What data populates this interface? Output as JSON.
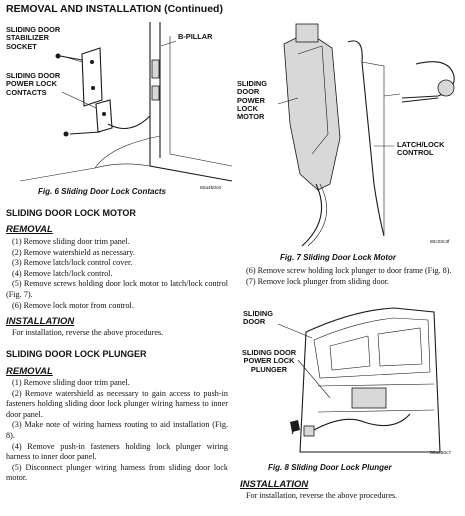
{
  "header": "REMOVAL AND INSTALLATION (Continued)",
  "fig6": {
    "labels": {
      "socket": "SLIDING DOOR STABILIZER SOCKET",
      "contacts": "SLIDING DOOR POWER LOCK CONTACTS",
      "pillar": "B-PILLAR"
    },
    "code": "80a4b0c6",
    "caption": "Fig. 6 Sliding Door Lock Contacts"
  },
  "fig7": {
    "labels": {
      "motor": "SLIDING DOOR POWER LOCK MOTOR",
      "control": "LATCH/LOCK CONTROL"
    },
    "code": "80c03c3f",
    "caption": "Fig. 7 Sliding Door Lock Motor"
  },
  "fig8": {
    "labels": {
      "door": "SLIDING DOOR",
      "plunger": "SLIDING DOOR POWER LOCK PLUNGER"
    },
    "code": "80a450c7",
    "caption": "Fig. 8 Sliding Door Lock Plunger"
  },
  "motor_section": {
    "title": "SLIDING DOOR LOCK MOTOR",
    "removal_heading": "REMOVAL",
    "steps": [
      "(1) Remove sliding door trim panel.",
      "(2) Remove watershield as necessary.",
      "(3) Remove latch/lock control cover.",
      "(4) Remove latch/lock control.",
      "(5) Remove screws holding door lock motor to latch/lock control (Fig. 7).",
      "(6) Remove lock motor from control."
    ],
    "installation_heading": "INSTALLATION",
    "installation_text": "For installation, reverse the above procedures."
  },
  "plunger_section": {
    "title": "SLIDING DOOR LOCK PLUNGER",
    "removal_heading": "REMOVAL",
    "steps": [
      "(1) Remove sliding door trim panel.",
      "(2) Remove watershield as necessary to gain access to push-in fasteners holding sliding door lock plunger wiring harness to inner door panel.",
      "(3) Make note of wiring harness routing to aid installation (Fig. 8).",
      "(4) Remove push-in fasteners holding lock plunger wiring harness to inner door panel.",
      "(5) Disconnect plunger wiring harness from sliding door lock motor."
    ],
    "right_steps": [
      "(6) Remove screw holding lock plunger to door frame (Fig. 8).",
      "(7) Remove lock plunger from sliding door."
    ],
    "installation_heading": "INSTALLATION",
    "installation_text": "For installation, reverse the above procedures."
  }
}
